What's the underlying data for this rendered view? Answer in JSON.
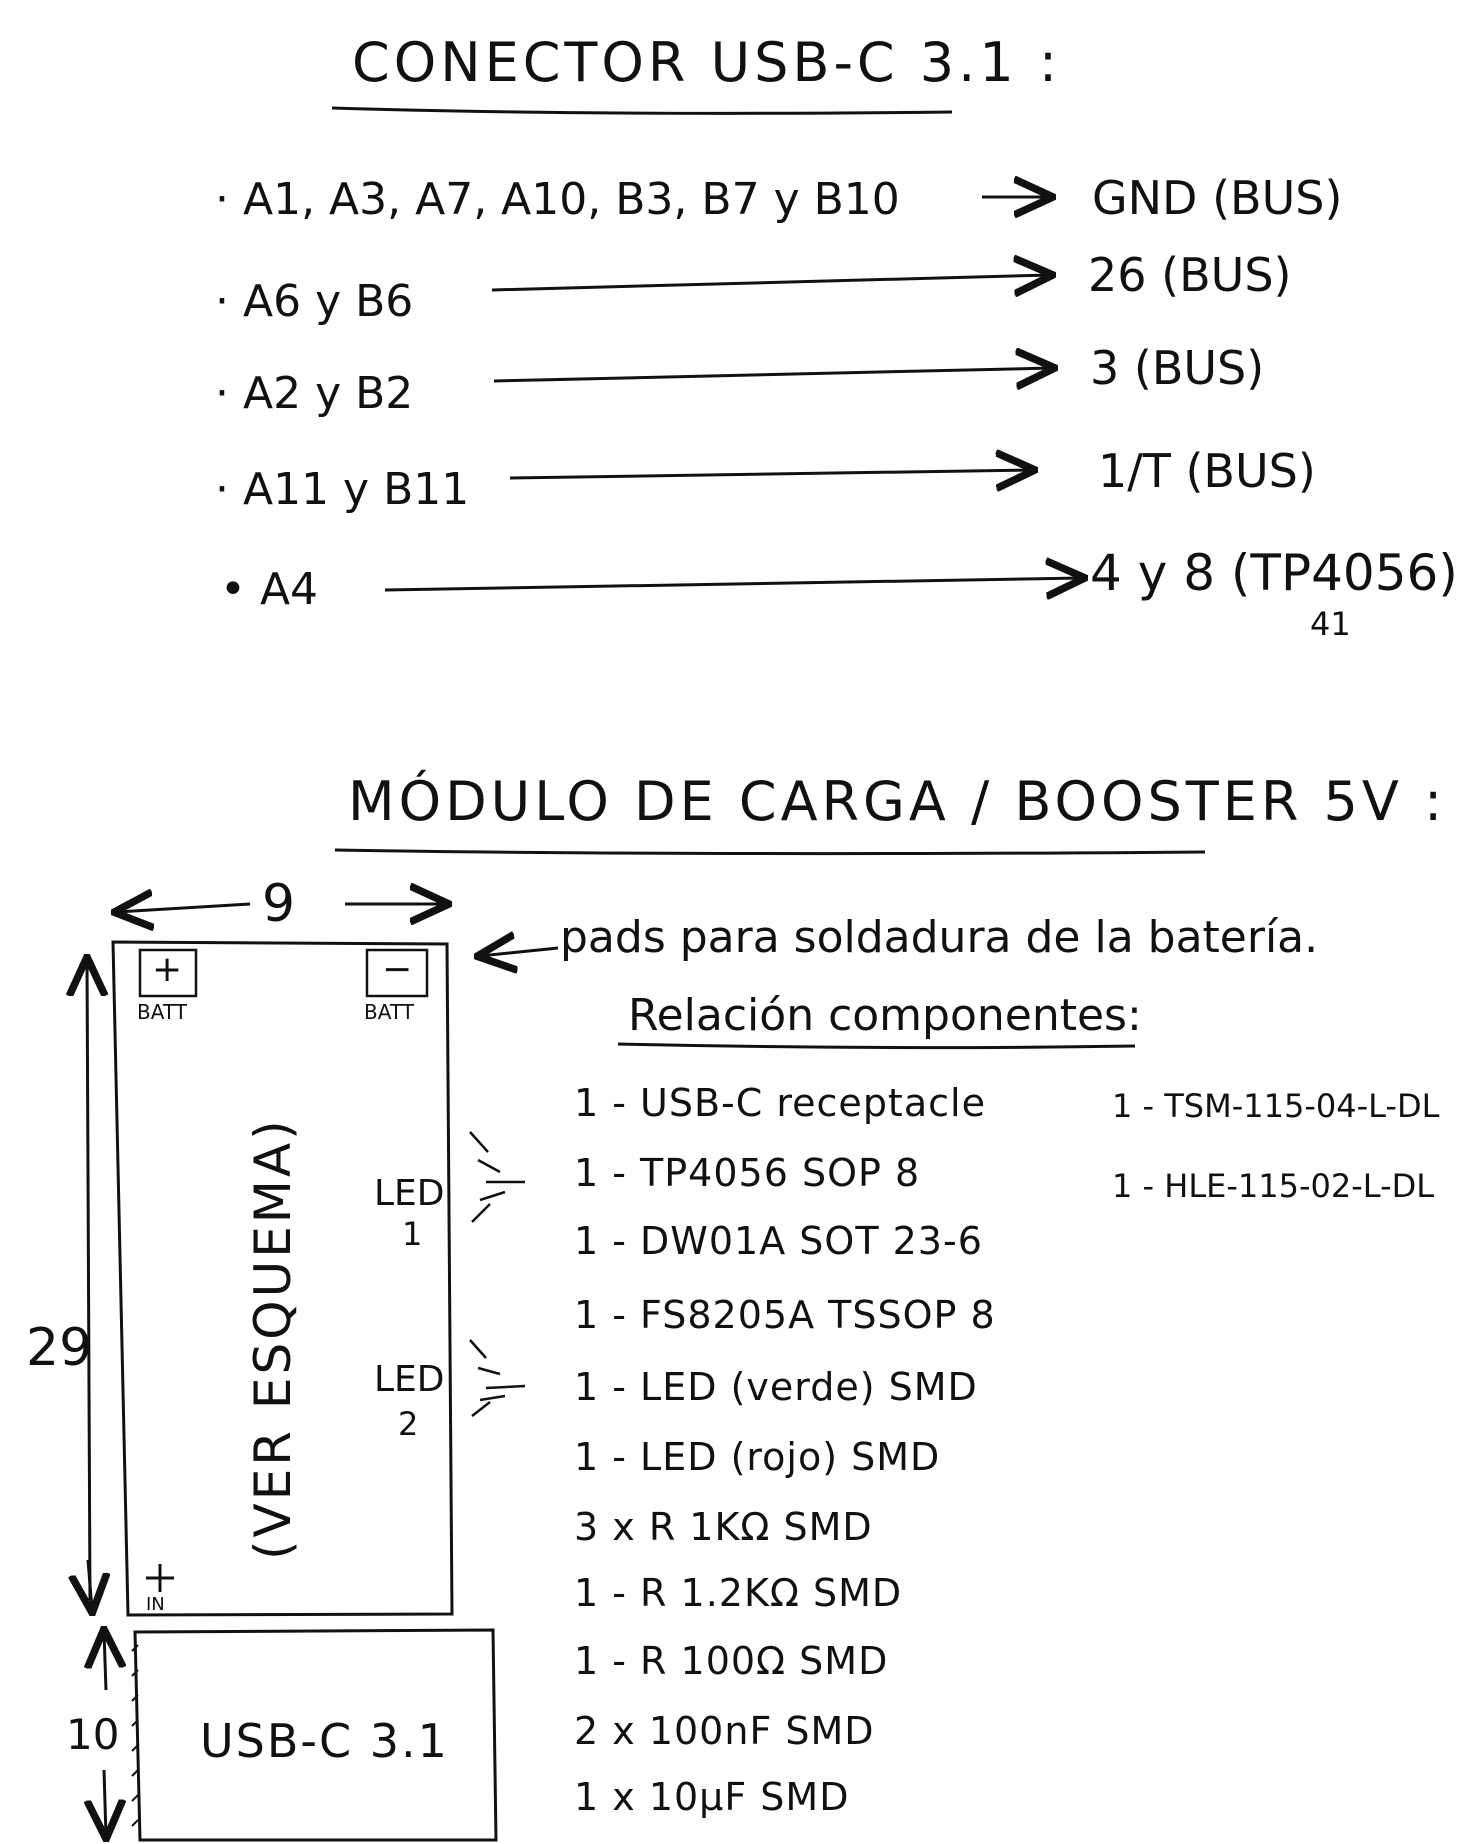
{
  "connector": {
    "title": "CONECTOR USB-C 3.1 :",
    "mappings": [
      {
        "pins": "A1, A3, A7, A10, B3, B7 y B10",
        "target": "GND (BUS)"
      },
      {
        "pins": "A6 y B6",
        "target": "26 (BUS)"
      },
      {
        "pins": "A2 y B2",
        "target": "3 (BUS)"
      },
      {
        "pins": "A11 y B11",
        "target": "1/T (BUS)"
      },
      {
        "pins": "A4",
        "target": "4 y 8 (TP4056)",
        "note": "41"
      }
    ]
  },
  "module": {
    "title": "MÓDULO DE CARGA / BOOSTER 5V :",
    "width_label": "9",
    "height_label": "29",
    "usb_height_label": "10",
    "batt_plus": "+",
    "batt_minus": "−",
    "batt_label": "BATT",
    "in_plus": "+",
    "in_label": "IN",
    "vertical_text": "(VER ESQUEMA)",
    "led1": {
      "label": "LED",
      "num": "1"
    },
    "led2": {
      "label": "LED",
      "num": "2"
    },
    "usb_block_label": "USB-C 3.1",
    "pads_note": "pads para soldadura de la batería."
  },
  "components": {
    "title": "Relación componentes:",
    "items": [
      "1 - USB-C receptacle",
      "1 - TP4056  SOP 8",
      "1 - DW01A  SOT 23-6",
      "1 - FS8205A  TSSOP 8",
      "1 - LED (verde)  SMD",
      "1 - LED (rojo)  SMD",
      "3 x R  1KΩ  SMD",
      "1 - R  1.2KΩ  SMD",
      "1 - R  100Ω  SMD",
      "2 x 100nF  SMD",
      "1 x 10μF  SMD"
    ],
    "extra": [
      "1 - TSM-115-04-L-DL",
      "1 - HLE-115-02-L-DL"
    ]
  }
}
